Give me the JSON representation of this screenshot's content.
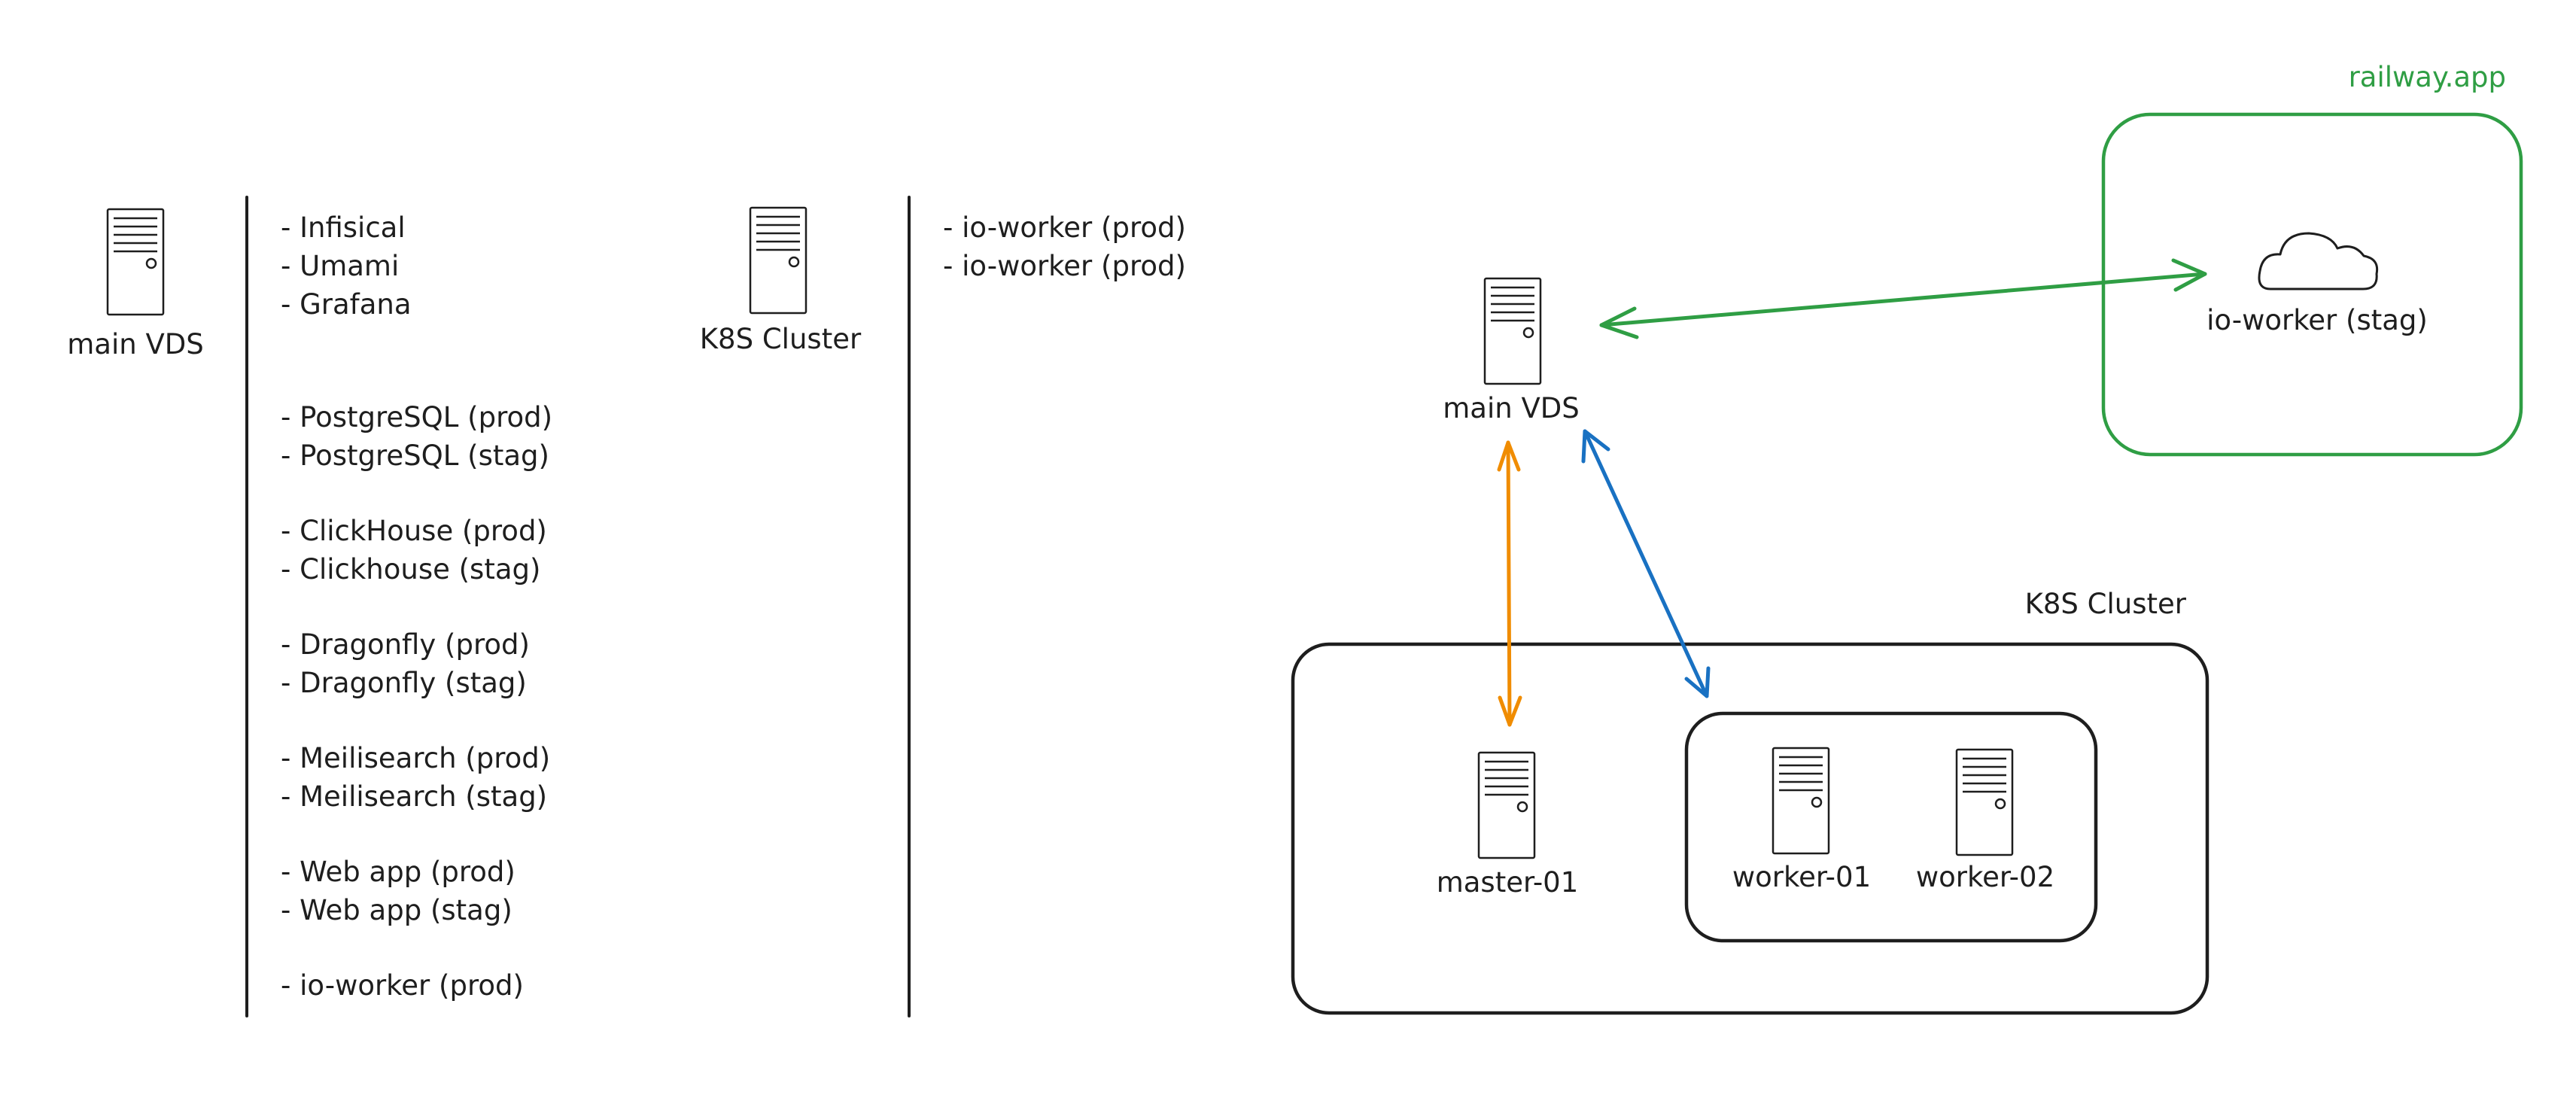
{
  "left_panel": {
    "main_vds": {
      "label": "main VDS",
      "icon": "server-icon",
      "groups": [
        [
          "- Infisical",
          "- Umami",
          "- Grafana"
        ],
        [
          "- PostgreSQL (prod)",
          "- PostgreSQL (stag)"
        ],
        [
          "- ClickHouse (prod)",
          "- Clickhouse (stag)"
        ],
        [
          "- Dragonfly (prod)",
          "- Dragonfly (stag)"
        ],
        [
          "- Meilisearch (prod)",
          "- Meilisearch (stag)"
        ],
        [
          "- Web app (prod)",
          "- Web app (stag)"
        ],
        [
          "- io-worker (prod)"
        ]
      ]
    },
    "k8s_cluster": {
      "label": "K8S Cluster",
      "icon": "server-icon",
      "items": [
        "- io-worker (prod)",
        "- io-worker (prod)"
      ]
    }
  },
  "topology": {
    "main_vds": {
      "label": "main VDS",
      "icon": "server-icon"
    },
    "railway": {
      "title": "railway.app",
      "node_label": "io-worker (stag)",
      "icon": "cloud-icon",
      "color": "#2f9e44"
    },
    "k8s": {
      "title": "K8S Cluster",
      "master": {
        "label": "master-01",
        "icon": "server-icon"
      },
      "workers": [
        {
          "label": "worker-01",
          "icon": "server-icon"
        },
        {
          "label": "worker-02",
          "icon": "server-icon"
        }
      ]
    },
    "connections": [
      {
        "from": "main VDS",
        "to": "io-worker (stag)",
        "color": "#2f9e44"
      },
      {
        "from": "main VDS",
        "to": "master-01",
        "color": "#f08c00"
      },
      {
        "from": "main VDS",
        "to": "worker-01",
        "color": "#1971c2"
      }
    ]
  }
}
